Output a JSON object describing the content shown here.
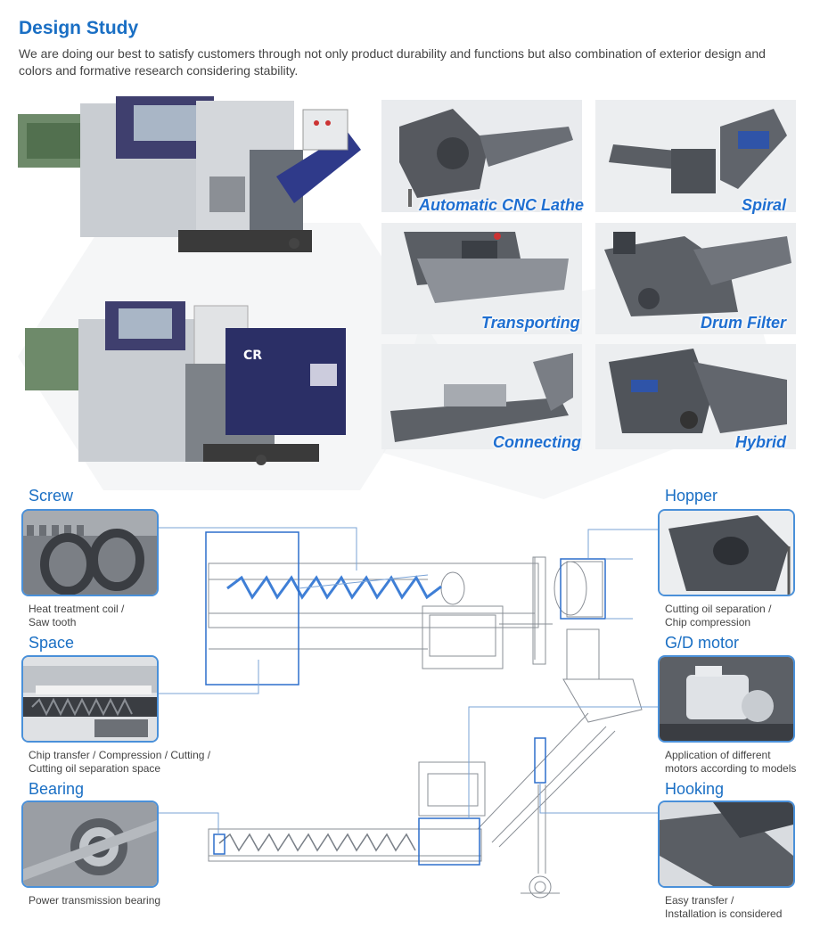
{
  "header": {
    "title": "Design Study",
    "description": "We are doing our best to satisfy customers through not only product durability and functions but also combination of exterior design and colors and formative research considering stability."
  },
  "gallery": {
    "items": [
      {
        "label": "Automatic CNC Lathe"
      },
      {
        "label": "Spiral"
      },
      {
        "label": "Transporting"
      },
      {
        "label": "Drum Filter"
      },
      {
        "label": "Connecting"
      },
      {
        "label": "Hybrid"
      }
    ]
  },
  "details": {
    "screw": {
      "title": "Screw",
      "note": "Heat treatment coil /\nSaw tooth"
    },
    "space": {
      "title": "Space",
      "note": "Chip transfer / Compression / Cutting /\nCutting oil separation space"
    },
    "bearing": {
      "title": "Bearing",
      "note": "Power transmission bearing"
    },
    "hopper": {
      "title": "Hopper",
      "note": "Cutting oil separation /\nChip compression"
    },
    "gd_motor": {
      "title": "G/D motor",
      "note": "Application of different\nmotors according to models"
    },
    "hooking": {
      "title": "Hooking",
      "note": "Easy transfer /\nInstallation is considered"
    }
  },
  "colors": {
    "accent": "#1a6fc4",
    "caption": "#1f6fd1",
    "frame": "#4a90d9",
    "machine_gray": "#5a5f66"
  }
}
